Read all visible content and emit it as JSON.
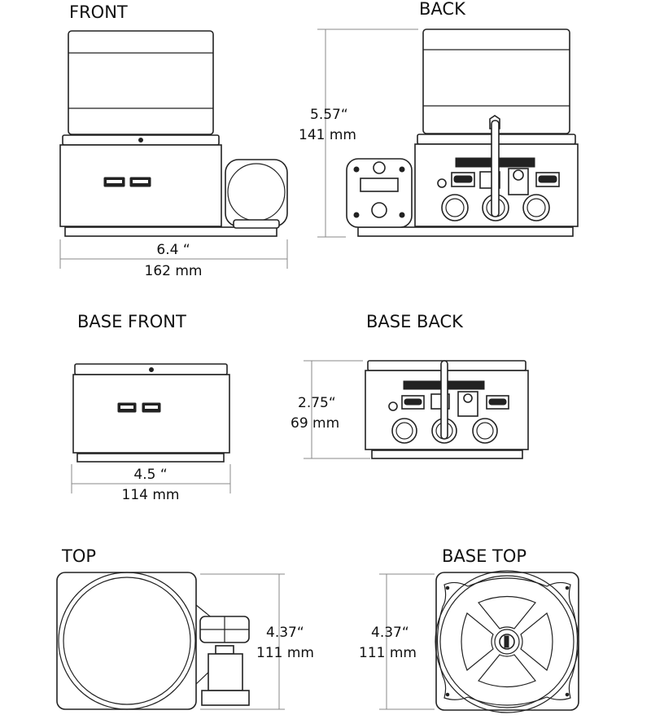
{
  "views": {
    "front": {
      "title": "FRONT",
      "width_in": "6.4 “",
      "width_mm": "162 mm"
    },
    "back": {
      "title": "BACK"
    },
    "height": {
      "in": "5.57“",
      "mm": "141 mm"
    },
    "base_front": {
      "title": "BASE FRONT",
      "width_in": "4.5 “",
      "width_mm": "114 mm"
    },
    "base_back": {
      "title": "BASE BACK",
      "height_in": "2.75“",
      "height_mm": "69 mm"
    },
    "top": {
      "title": "TOP",
      "depth_in": "4.37“",
      "depth_mm": "111 mm"
    },
    "base_top": {
      "title": "BASE TOP",
      "depth_in": "4.37“",
      "depth_mm": "111 mm"
    }
  }
}
